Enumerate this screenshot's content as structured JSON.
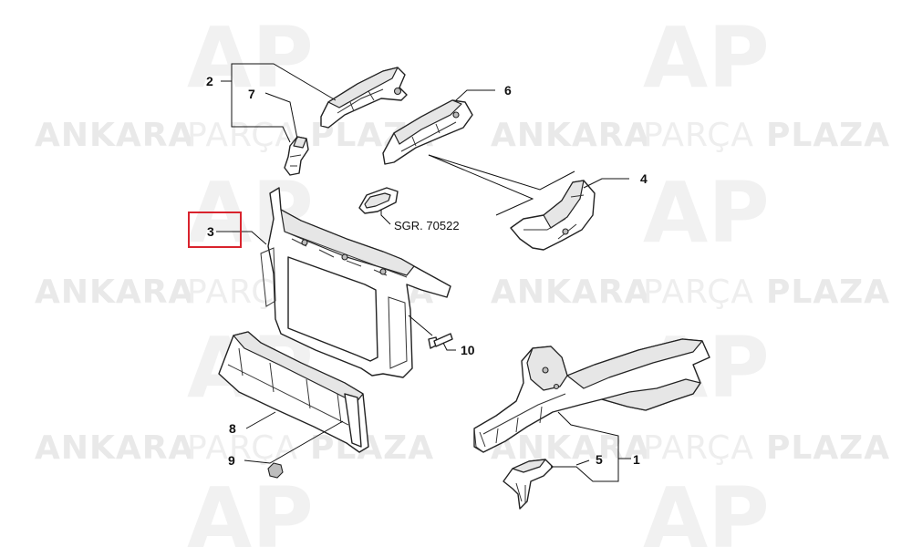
{
  "watermark": {
    "brand_left": "ANKARA",
    "brand_middle": "PARÇA",
    "brand_right": "PLAZA",
    "logo": "AP"
  },
  "callouts": {
    "c1": "1",
    "c2": "2",
    "c3": "3",
    "c4": "4",
    "c5": "5",
    "c6": "6",
    "c7": "7",
    "c8": "8",
    "c9": "9",
    "c10": "10"
  },
  "seal_reference": "SGR. 70522",
  "highlight": {
    "callout": "3",
    "color": "#d9232d"
  }
}
